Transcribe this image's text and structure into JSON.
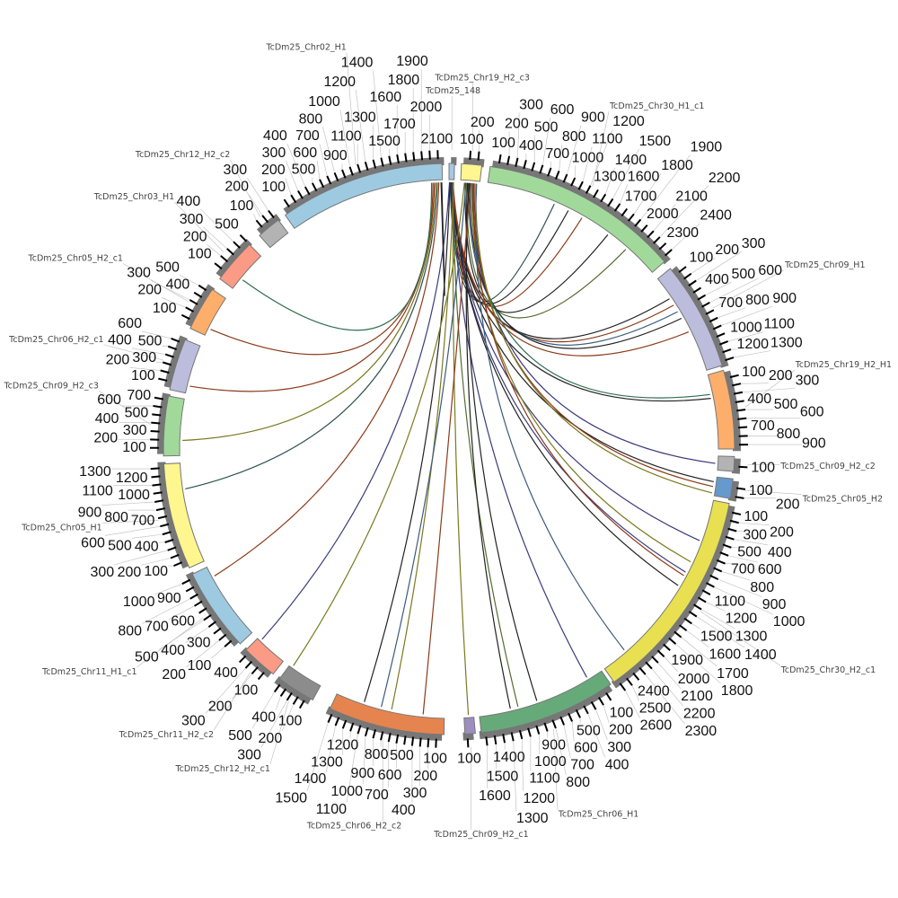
{
  "title": "Circos synteny plot",
  "tick_step": 100,
  "chromosomes": [
    {
      "name": "TcDm25_148",
      "length": 50,
      "color": "#a6c8e3"
    },
    {
      "name": "TcDm25_Chr19_H2_c3",
      "length": 250,
      "color": "#fff68f"
    },
    {
      "name": "TcDm25_Chr30_H1_c1",
      "length": 2450,
      "color": "#a1d99b"
    },
    {
      "name": "TcDm25_Chr09_H1",
      "length": 1350,
      "color": "#bcbddc"
    },
    {
      "name": "TcDm25_Chr19_H2_H1",
      "length": 950,
      "color": "#fdae6b"
    },
    {
      "name": "TcDm25_Chr09_H2_c2",
      "length": 150,
      "color": "#b3b3b3"
    },
    {
      "name": "TcDm25_Chr05_H2",
      "length": 230,
      "color": "#6699cc"
    },
    {
      "name": "TcDm25_Chr30_H2_c1",
      "length": 2650,
      "color": "#e8e050"
    },
    {
      "name": "TcDm25_Chr06_H1",
      "length": 1650,
      "color": "#66aa7a"
    },
    {
      "name": "TcDm25_Chr09_H2_c1",
      "length": 130,
      "color": "#9e8dc0"
    },
    {
      "name": "TcDm25_Chr06_H2_c2",
      "length": 1550,
      "color": "#e6844f"
    },
    {
      "name": "TcDm25_Chr12_H2_c1",
      "length": 550,
      "color": "#8c8c8c"
    },
    {
      "name": "TcDm25_Chr11_H2_c2",
      "length": 450,
      "color": "#fb9a85"
    },
    {
      "name": "TcDm25_Chr11_H1_c1",
      "length": 1050,
      "color": "#9ecae1"
    },
    {
      "name": "TcDm25_Chr05_H1",
      "length": 1350,
      "color": "#fff68f"
    },
    {
      "name": "TcDm25_Chr09_H2_c3",
      "length": 750,
      "color": "#a1d99b"
    },
    {
      "name": "TcDm25_Chr06_H2_c1",
      "length": 650,
      "color": "#bcbddc"
    },
    {
      "name": "TcDm25_Chr05_H2_c1",
      "length": 550,
      "color": "#fdae6b"
    },
    {
      "name": "TcDm25_Chr03_H1",
      "length": 500,
      "color": "#fb9a85"
    },
    {
      "name": "TcDm25_Chr12_H2_c2",
      "length": 330,
      "color": "#b3b3b3"
    },
    {
      "name": "TcDm25_Chr02_H1",
      "length": 2150,
      "color": "#9ecae1"
    }
  ],
  "links": [
    [
      0,
      10,
      2,
      900,
      "#2f4f4f"
    ],
    [
      0,
      20,
      2,
      1100,
      "#222222"
    ],
    [
      0,
      25,
      2,
      1300,
      "#8b3a1a"
    ],
    [
      1,
      60,
      2,
      1700,
      "#222222"
    ],
    [
      1,
      80,
      2,
      2000,
      "#556b2f"
    ],
    [
      0,
      30,
      3,
      300,
      "#222222"
    ],
    [
      0,
      35,
      3,
      400,
      "#8b3a1a"
    ],
    [
      1,
      100,
      3,
      500,
      "#3b5b7a"
    ],
    [
      1,
      120,
      3,
      600,
      "#222222"
    ],
    [
      0,
      40,
      3,
      800,
      "#8b3a1a"
    ],
    [
      1,
      140,
      4,
      250,
      "#2f6f4f"
    ],
    [
      0,
      15,
      4,
      300,
      "#222222"
    ],
    [
      1,
      160,
      5,
      80,
      "#3b3b7a"
    ],
    [
      0,
      12,
      6,
      60,
      "#222222"
    ],
    [
      1,
      180,
      6,
      120,
      "#8b3a1a"
    ],
    [
      1,
      200,
      6,
      200,
      "#7a7a20"
    ],
    [
      0,
      18,
      7,
      550,
      "#3b3b7a"
    ],
    [
      1,
      150,
      7,
      850,
      "#7a7a20"
    ],
    [
      0,
      22,
      7,
      1000,
      "#3b3b7a"
    ],
    [
      1,
      170,
      7,
      1050,
      "#8b3a1a"
    ],
    [
      0,
      28,
      7,
      1200,
      "#222222"
    ],
    [
      1,
      210,
      7,
      2300,
      "#3b5b7a"
    ],
    [
      0,
      33,
      8,
      200,
      "#3b3b7a"
    ],
    [
      1,
      90,
      8,
      900,
      "#222222"
    ],
    [
      0,
      38,
      8,
      1150,
      "#556b2f"
    ],
    [
      1,
      110,
      8,
      1250,
      "#222222"
    ],
    [
      0,
      42,
      9,
      70,
      "#7a7a20"
    ],
    [
      1,
      130,
      10,
      300,
      "#8b3a1a"
    ],
    [
      0,
      45,
      10,
      750,
      "#7a7a20"
    ],
    [
      1,
      70,
      10,
      900,
      "#3b5b7a"
    ],
    [
      0,
      8,
      10,
      1150,
      "#222222"
    ],
    [
      1,
      50,
      11,
      500,
      "#7a7a20"
    ],
    [
      0,
      5,
      12,
      400,
      "#3b3b7a"
    ],
    [
      20,
      2100,
      13,
      900,
      "#8b3a1a"
    ],
    [
      20,
      2080,
      14,
      1000,
      "#2f4f4f"
    ],
    [
      20,
      2060,
      15,
      200,
      "#7a7a20"
    ],
    [
      20,
      2040,
      16,
      100,
      "#8b3a1a"
    ],
    [
      20,
      2020,
      17,
      100,
      "#8b3a1a"
    ],
    [
      20,
      2000,
      18,
      150,
      "#2f6f4f"
    ],
    [
      20,
      2140,
      20,
      2130,
      "#222222"
    ]
  ]
}
